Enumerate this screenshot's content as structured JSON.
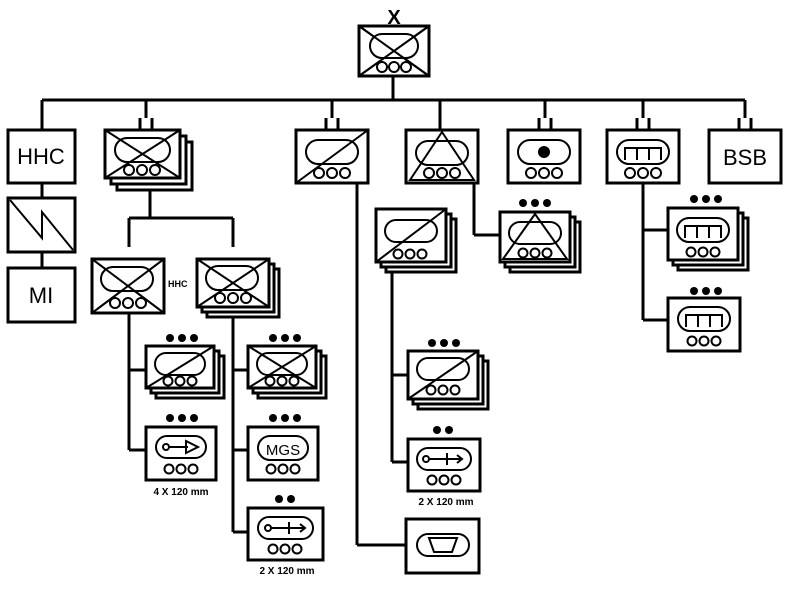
{
  "diagram": {
    "echelon_mark": "X",
    "units": {
      "hhc_top": "HHC",
      "mi": "MI",
      "bsb": "BSB",
      "hhc_side": "HHC",
      "mgs": "MGS"
    },
    "caption_mortar_4": "4 X 120 mm",
    "caption_mortar_2a": "2 X 120 mm",
    "caption_mortar_2b": "2 X 120 mm"
  }
}
